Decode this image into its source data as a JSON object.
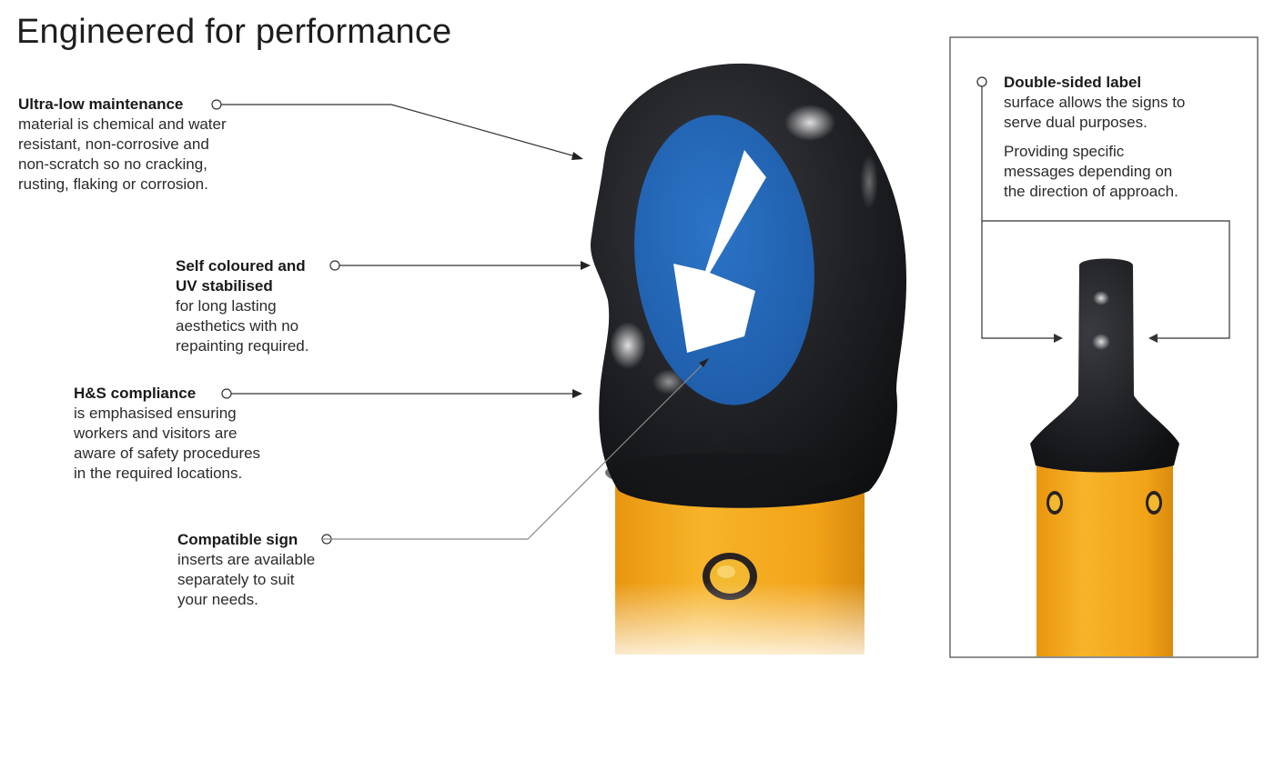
{
  "title": "Engineered for performance",
  "colors": {
    "bollard_yellow": "#f5a91c",
    "cap_black": "#1c1d20",
    "sign_blue": "#2366b8",
    "arrow_white": "#ffffff",
    "line_color": "#333333"
  },
  "callouts": [
    {
      "heading": "Ultra-low maintenance",
      "lines": [
        "material is chemical and water",
        "resistant, non-corrosive and",
        "non-scratch so no cracking,",
        "rusting, flaking or corrosion."
      ]
    },
    {
      "heading_lines": [
        "Self coloured and",
        "UV stabilised"
      ],
      "lines": [
        "for long lasting",
        "aesthetics with no",
        "repainting required."
      ]
    },
    {
      "heading": "H&S compliance",
      "lines": [
        "is emphasised ensuring",
        "workers and visitors are",
        "aware of safety procedures",
        "in the required locations."
      ]
    },
    {
      "heading": "Compatible sign",
      "lines": [
        "inserts are available",
        "separately to suit",
        "your needs."
      ]
    }
  ],
  "panel": {
    "heading": "Double-sided label",
    "lines1": [
      "surface allows the signs to",
      "serve dual purposes."
    ],
    "lines2": [
      "Providing specific",
      "messages depending on",
      "the direction of approach."
    ]
  },
  "icons": {
    "main_sign": "down-left-arrow-icon",
    "callout_marker": "hollow-circle-icon"
  }
}
